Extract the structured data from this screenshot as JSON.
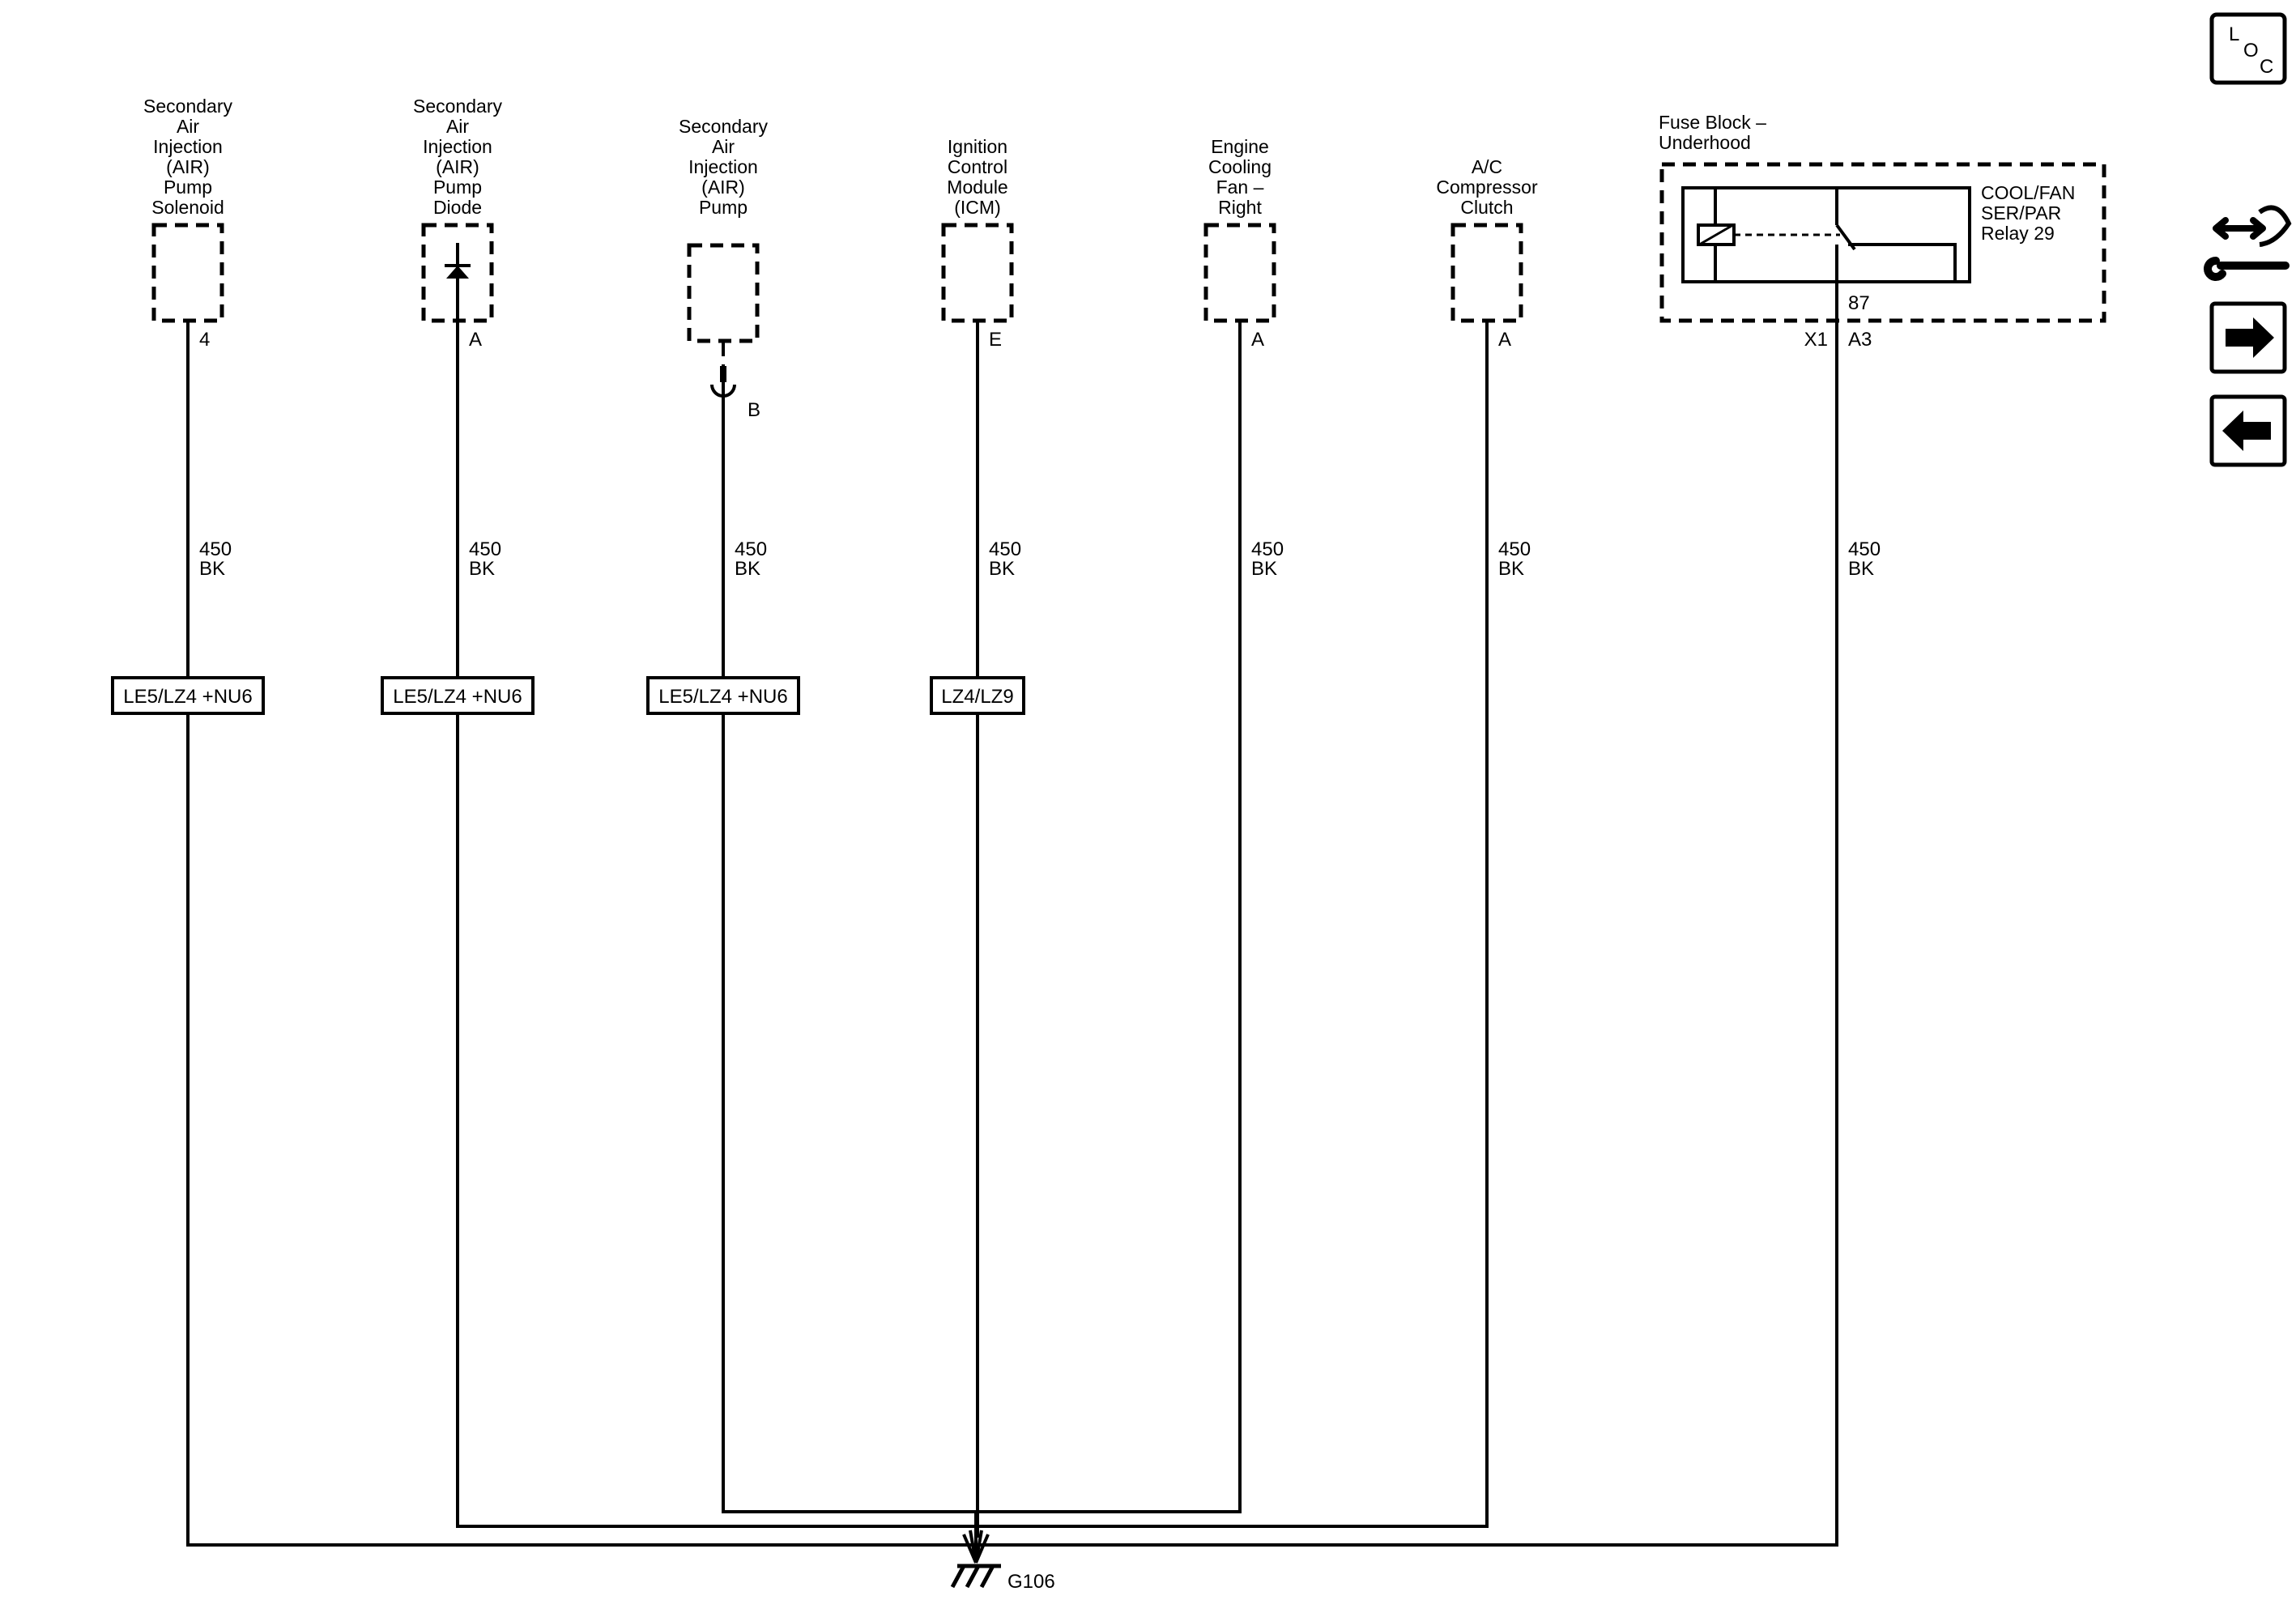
{
  "components": [
    {
      "id": "air-pump-solenoid",
      "name_lines": [
        "Secondary",
        "Air",
        "Injection",
        "(AIR)",
        "Pump",
        "Solenoid"
      ],
      "pin": "4",
      "wire": {
        "circuit": "450",
        "color": "BK"
      },
      "option": "LE5/LZ4 +NU6"
    },
    {
      "id": "air-pump-diode",
      "name_lines": [
        "Secondary",
        "Air",
        "Injection",
        "(AIR)",
        "Pump",
        "Diode"
      ],
      "pin": "A",
      "wire": {
        "circuit": "450",
        "color": "BK"
      },
      "option": "LE5/LZ4 +NU6"
    },
    {
      "id": "air-pump",
      "name_lines": [
        "Secondary",
        "Air",
        "Injection",
        "(AIR)",
        "Pump"
      ],
      "pin": "",
      "connector_pin": "B",
      "wire": {
        "circuit": "450",
        "color": "BK"
      },
      "option": "LE5/LZ4 +NU6"
    },
    {
      "id": "icm",
      "name_lines": [
        "Ignition",
        "Control",
        "Module",
        "(ICM)"
      ],
      "pin": "E",
      "wire": {
        "circuit": "450",
        "color": "BK"
      },
      "option": "LZ4/LZ9"
    },
    {
      "id": "cooling-fan-right",
      "name_lines": [
        "Engine",
        "Cooling",
        "Fan –",
        "Right"
      ],
      "pin": "A",
      "wire": {
        "circuit": "450",
        "color": "BK"
      },
      "option": ""
    },
    {
      "id": "ac-compressor-clutch",
      "name_lines": [
        "A/C",
        "Compressor",
        "Clutch"
      ],
      "pin": "A",
      "wire": {
        "circuit": "450",
        "color": "BK"
      },
      "option": ""
    }
  ],
  "fuse_block": {
    "name_lines": [
      "Fuse Block –",
      "Underhood"
    ],
    "relay_lines": [
      "COOL/FAN",
      "SER/PAR",
      "Relay 29"
    ],
    "terminal": "87",
    "connector": "X1",
    "pin": "A3",
    "wire": {
      "circuit": "450",
      "color": "BK"
    }
  },
  "ground": {
    "label": "G106"
  },
  "nav": {
    "loc_letters": [
      "L",
      "O",
      "C"
    ],
    "icons": [
      "harness-wrench-icon",
      "arrow-right-icon",
      "arrow-left-icon"
    ]
  }
}
